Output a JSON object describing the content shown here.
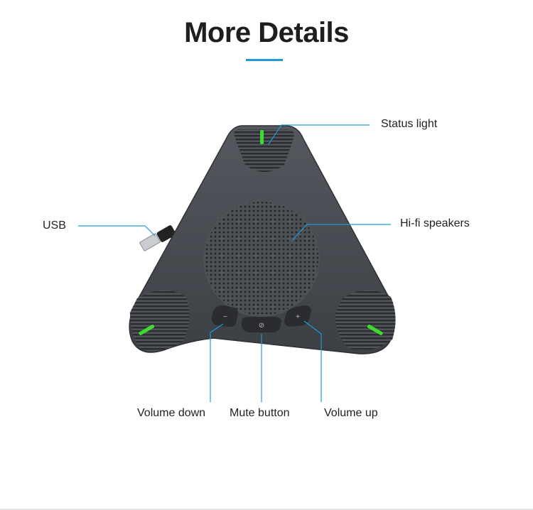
{
  "header": {
    "title": "More Details"
  },
  "callouts": {
    "status_light": "Status light",
    "hifi_speakers": "Hi-fi speakers",
    "usb": "USB",
    "volume_down": "Volume down",
    "mute_button": "Mute button",
    "volume_up": "Volume up"
  },
  "colors": {
    "accent": "#1e9ad6",
    "led": "#3ddc2f",
    "device_body": "#4a4d52"
  }
}
